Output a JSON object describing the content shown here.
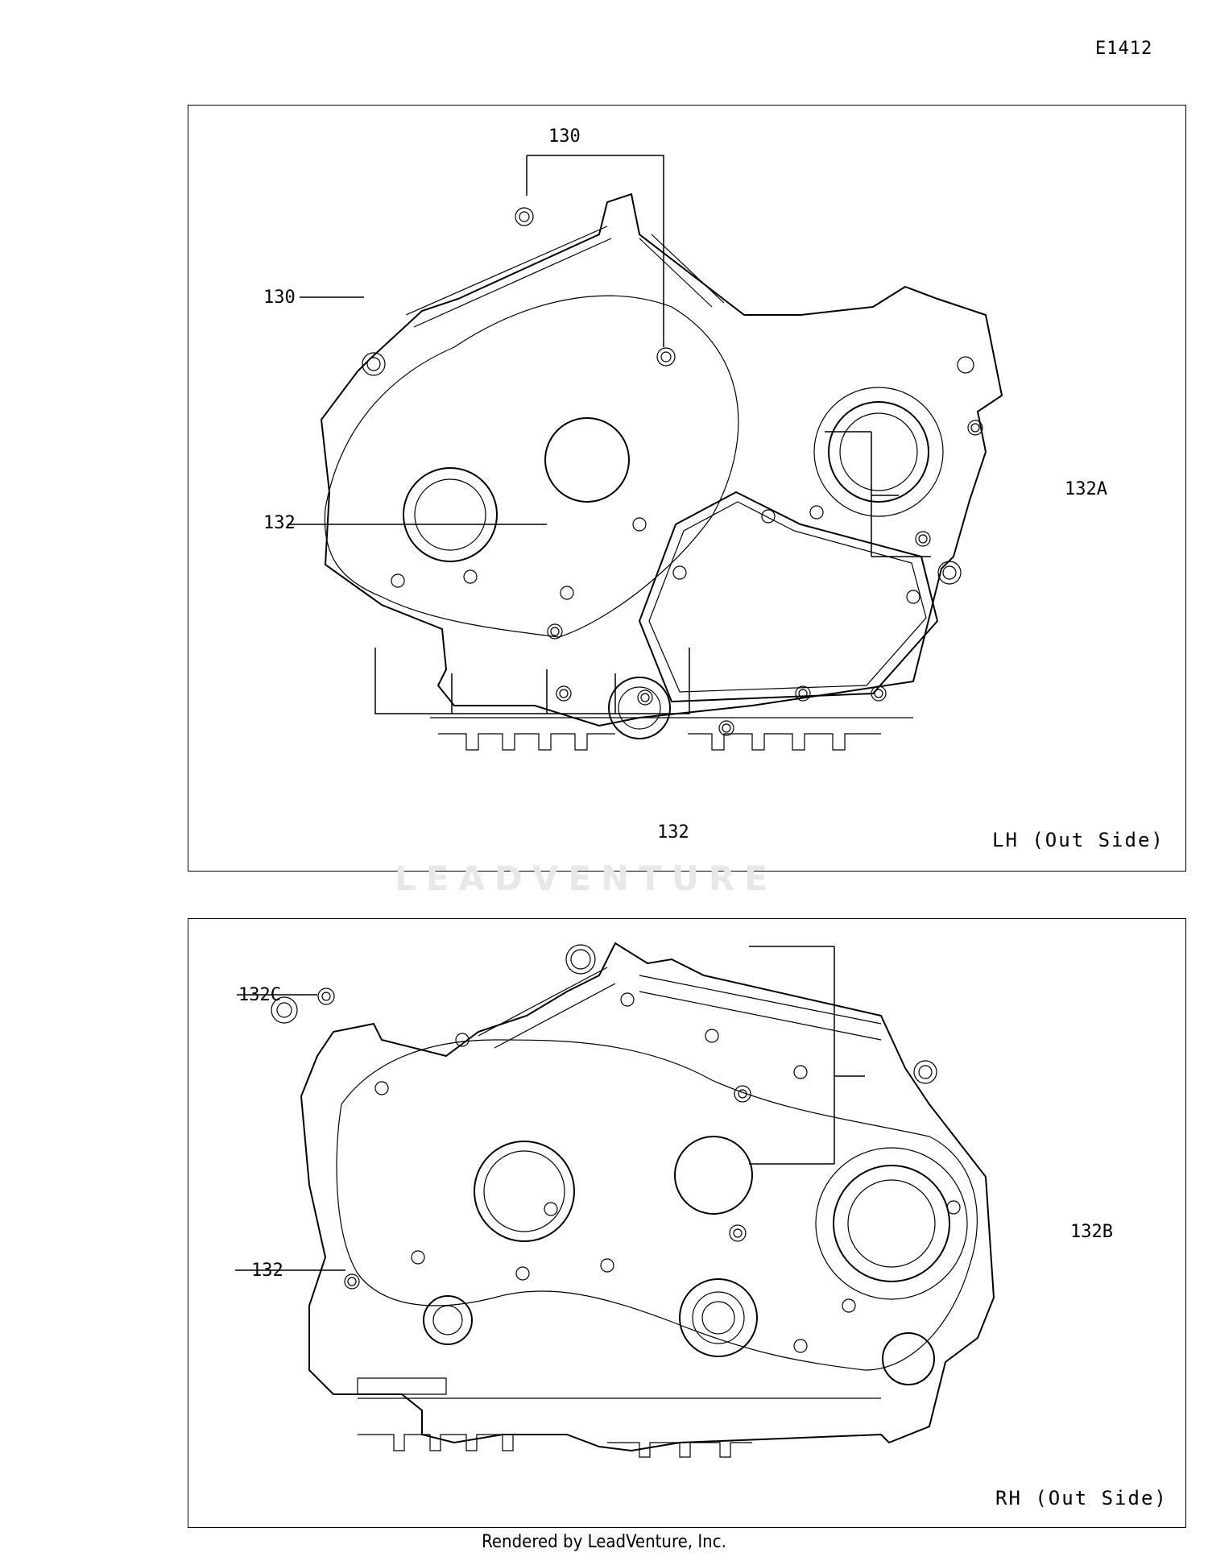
{
  "figure_id": "E1412",
  "panels": {
    "lh": {
      "view_label": "LH (Out Side)",
      "callouts": {
        "top_130": "130",
        "left_130": "130",
        "right_132a": "132A",
        "left_132": "132",
        "bottom_132": "132"
      }
    },
    "rh": {
      "view_label": "RH (Out Side)",
      "callouts": {
        "left_132c": "132C",
        "right_132b": "132B",
        "left_132": "132"
      }
    }
  },
  "watermark": "LEADVENTURE",
  "footer": "Rendered by LeadVenture, Inc."
}
